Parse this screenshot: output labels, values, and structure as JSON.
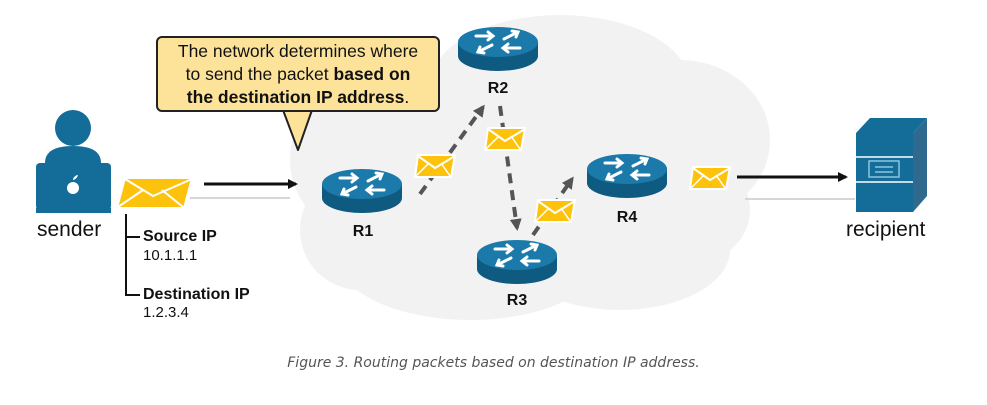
{
  "callout": {
    "line1": "The network determines where",
    "line2_plain": "to send the packet ",
    "line2_bold": "based on",
    "line3_bold": "the destination IP address",
    "line3_end": "."
  },
  "sender": {
    "label": "sender",
    "icon": "person-with-laptop-icon",
    "laptop_logo": "apple-logo-icon"
  },
  "packet_header": {
    "source_label": "Source IP",
    "source_value": "10.1.1.1",
    "destination_label": "Destination IP",
    "destination_value": "1.2.3.4"
  },
  "routers": [
    {
      "id": "R1",
      "label": "R1"
    },
    {
      "id": "R2",
      "label": "R2"
    },
    {
      "id": "R3",
      "label": "R3"
    },
    {
      "id": "R4",
      "label": "R4"
    }
  ],
  "path": [
    "sender",
    "R1",
    "R2",
    "R3",
    "R4",
    "recipient"
  ],
  "recipient": {
    "label": "recipient",
    "icon": "server-icon"
  },
  "colors": {
    "device_blue": "#146c98",
    "envelope_yellow": "#fcc20c",
    "cloud_gray": "#f2f2f2",
    "callout_fill": "#fde39a",
    "dashed_arrow": "#555555"
  },
  "caption": "Figure 3. Routing packets based on destination IP address."
}
